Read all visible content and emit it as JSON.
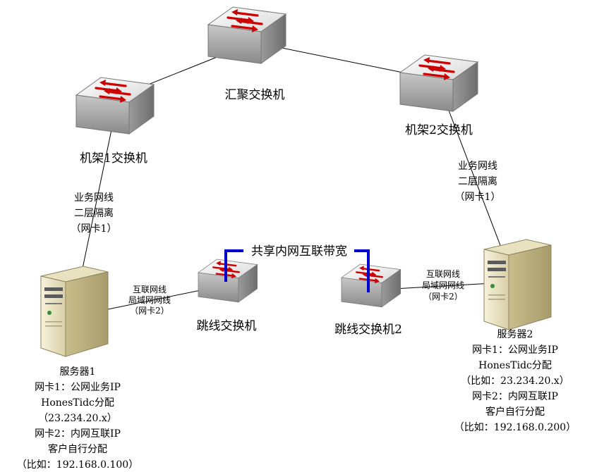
{
  "switches": {
    "aggregation": "汇聚交换机",
    "rack1": "机架1交换机",
    "rack2": "机架2交换机",
    "jump1": "跳线交换机",
    "jump2": "跳线交换机2"
  },
  "links": {
    "rack1_server": [
      "业务网线",
      "二层隔离",
      "（网卡1）"
    ],
    "rack2_server": [
      "业务网线",
      "二层隔离",
      "（网卡1）"
    ],
    "server1_jump": [
      "互联网线",
      "局域网网线",
      "（网卡2）"
    ],
    "server2_jump": [
      "互联网线",
      "局域网网线",
      "（网卡2）"
    ],
    "shared": "共享内网互联带宽"
  },
  "servers": {
    "server1": [
      "服务器1",
      "网卡1：公网业务IP",
      "HonesTidc分配",
      "（23.234.20.x）",
      "网卡2：内网互联IP",
      "客户自行分配",
      "（比如：192.168.0.100）"
    ],
    "server2": [
      "服务器2",
      "网卡1：公网业务IP",
      "HonesTidc分配",
      "（比如：23.234.20.x）",
      "网卡2：内网互联IP",
      "客户自行分配",
      "（比如：192.168.0.200）"
    ]
  },
  "colors": {
    "switch_top": "#f2f2f2",
    "switch_side": "#9a9a9a",
    "arrow_red": "#cc0000",
    "shared_blue": "#0000cc",
    "server_body": "#ede6c8"
  }
}
